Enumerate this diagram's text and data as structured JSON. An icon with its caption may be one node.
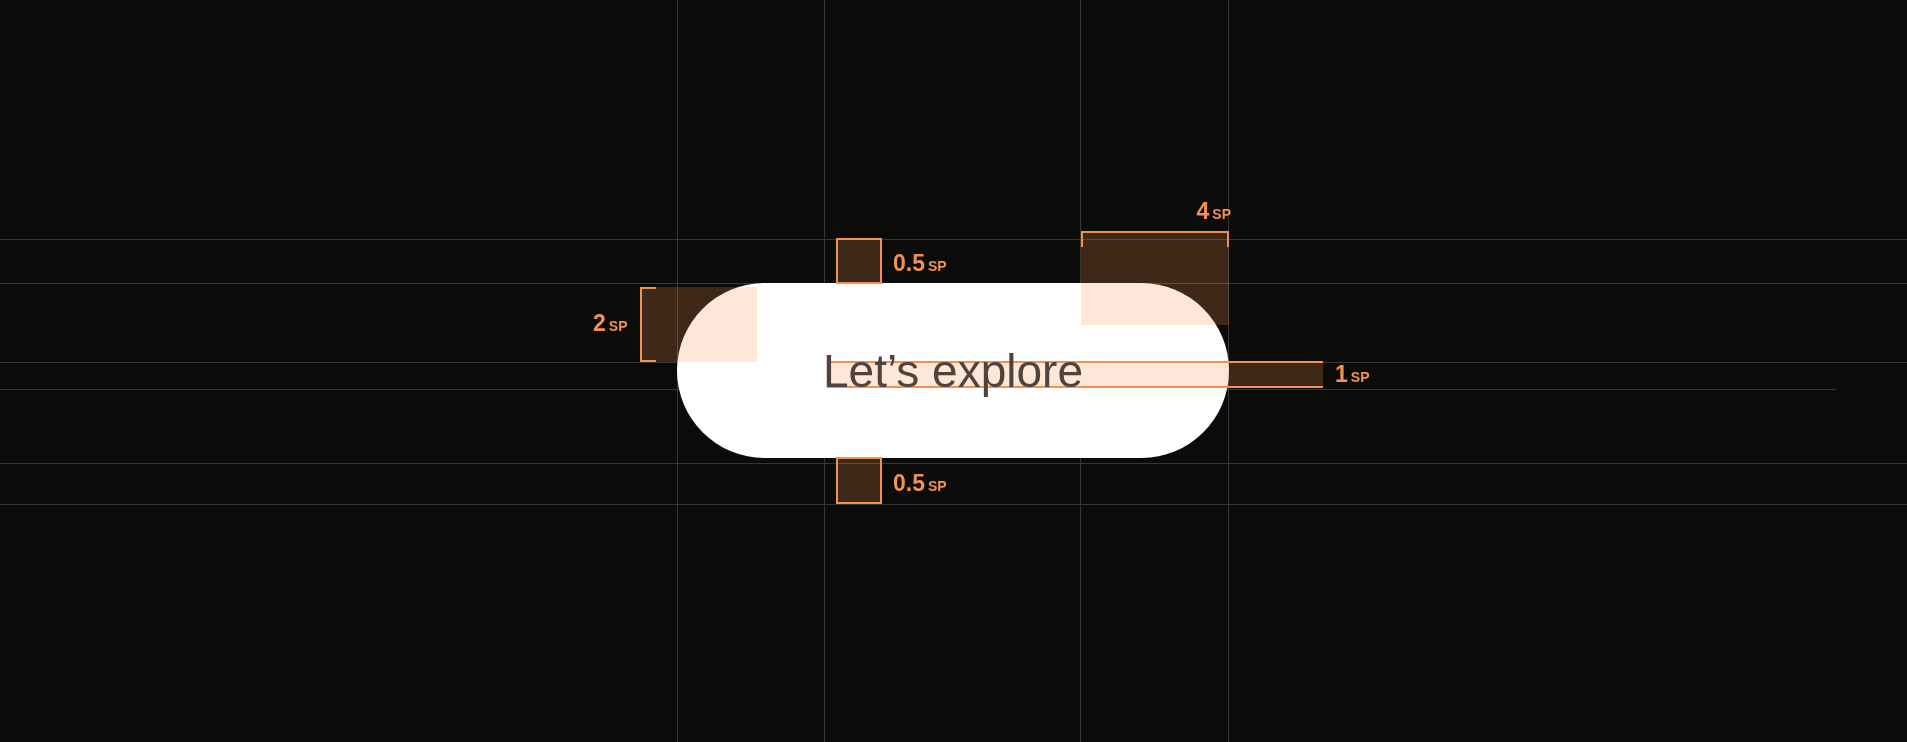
{
  "diagram": {
    "nodes": [
      {
        "text": [
          "Let’s explore"
        ]
      }
    ],
    "labels": [
      "4SP",
      "0.5SP",
      "2SP",
      "1SP",
      "0.5SP"
    ]
  }
}
